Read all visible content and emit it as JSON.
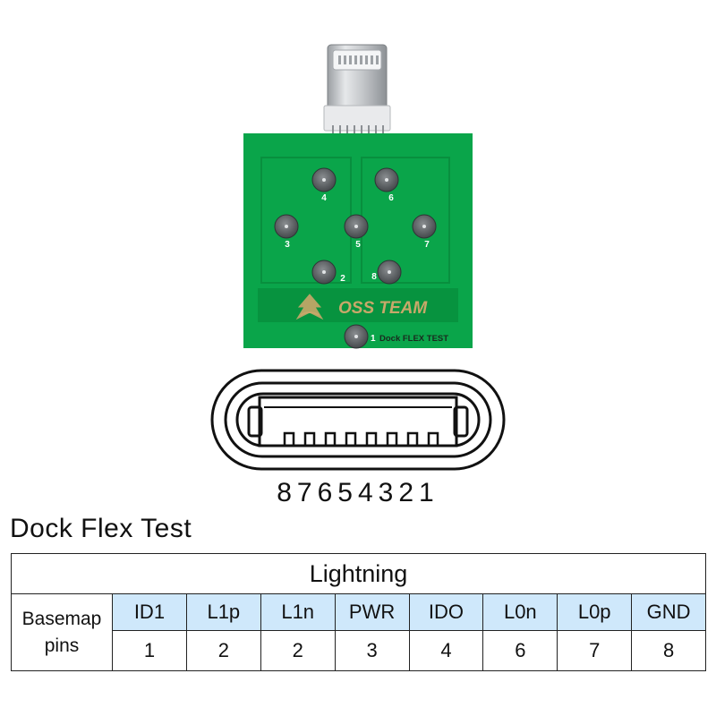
{
  "board": {
    "brand": "OSS TEAM",
    "caption_number": "1",
    "caption": "Dock FLEX TEST",
    "pads": [
      "4",
      "6",
      "3",
      "5",
      "7",
      "2",
      "8"
    ]
  },
  "connector": {
    "pin_order": "87654321"
  },
  "section_title": "Dock Flex Test",
  "table": {
    "header": "Lightning",
    "row_label": "Basemap pins",
    "signals": [
      "ID1",
      "L1p",
      "L1n",
      "PWR",
      "IDO",
      "L0n",
      "L0p",
      "GND"
    ],
    "pins": [
      "1",
      "2",
      "2",
      "3",
      "4",
      "6",
      "7",
      "8"
    ]
  },
  "colors": {
    "pcb_green": "#0aa54a",
    "pad_gray": "#5f6366",
    "silkscreen_gold": "#c8a86a",
    "signal_cell_bg": "#cfe8fb"
  }
}
